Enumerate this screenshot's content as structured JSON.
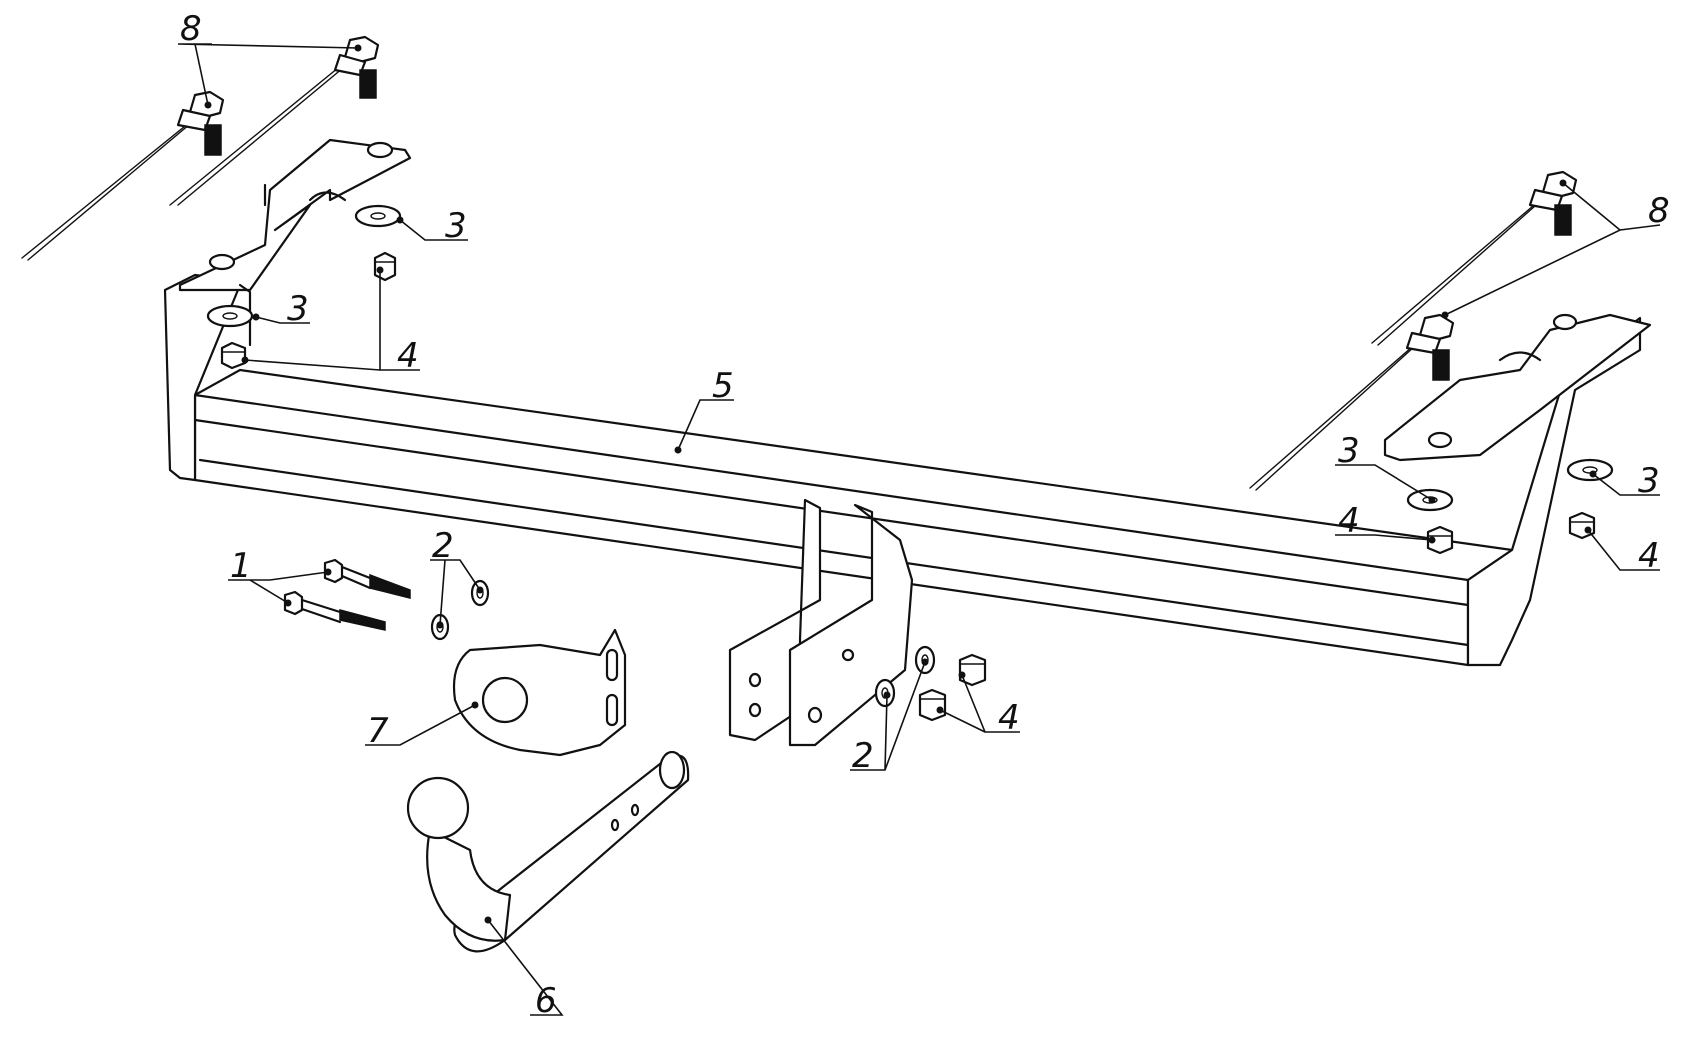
{
  "labels": {
    "p1": "1",
    "p2a": "2",
    "p2b": "2",
    "p3a": "3",
    "p3b": "3",
    "p3c": "3",
    "p3d": "3",
    "p4a": "4",
    "p4b": "4",
    "p4c": "4",
    "p4d": "4",
    "p5": "5",
    "p6": "6",
    "p7": "7",
    "p8a": "8",
    "p8b": "8"
  }
}
